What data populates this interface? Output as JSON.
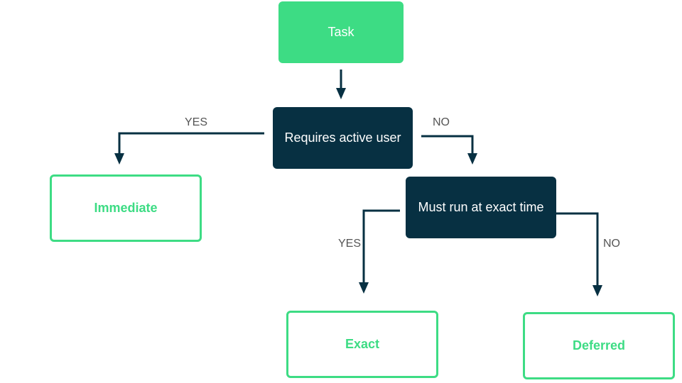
{
  "colors": {
    "start": "#3ddc84",
    "decision": "#073042",
    "outcome_border": "#3ddc84",
    "outcome_text": "#3ddc84",
    "connector": "#073042",
    "label": "#555555"
  },
  "nodes": {
    "task": "Task",
    "requires_active_user": "Requires active user",
    "must_run_exact_time": "Must run at exact time",
    "immediate": "Immediate",
    "exact": "Exact",
    "deferred": "Deferred"
  },
  "edges": {
    "active_user_yes": "YES",
    "active_user_no": "NO",
    "exact_time_yes": "YES",
    "exact_time_no": "NO"
  }
}
